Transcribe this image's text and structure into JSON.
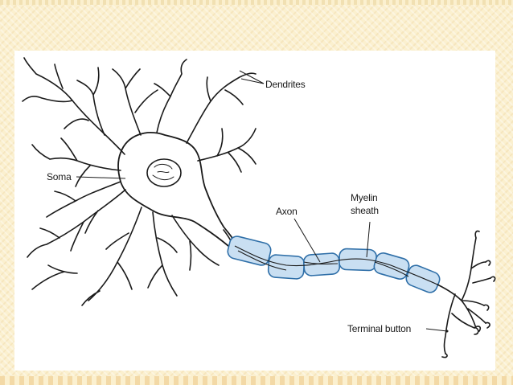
{
  "diagram": {
    "labels": {
      "dendrites": "Dendrites",
      "soma": "Soma",
      "axon": "Axon",
      "myelin_line1": "Myelin",
      "myelin_line2": "sheath",
      "terminal": "Terminal button"
    },
    "colors": {
      "background": "#fbf0cf",
      "slide": "#ffffff",
      "line": "#1a1a1a",
      "myelin_fill": "#c9dff2",
      "myelin_stroke": "#2f6fa8"
    }
  }
}
